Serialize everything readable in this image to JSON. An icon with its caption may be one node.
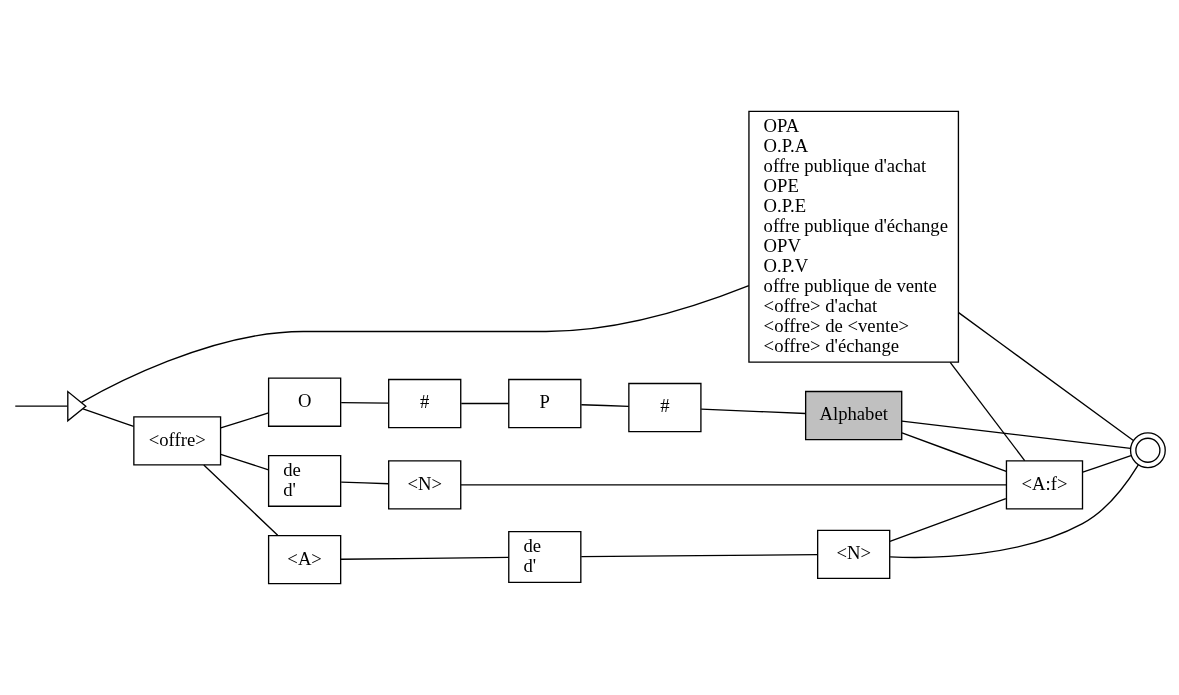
{
  "diagram": {
    "nodes": [
      {
        "text": [],
        "shape": "triangle"
      },
      {
        "text": [
          "OPA",
          "O.P.A",
          "offre publique d'achat",
          "OPE",
          "O.P.E",
          "offre publique d'échange",
          "OPV",
          "O.P.V",
          "offre publique de vente",
          "<offre> d'achat",
          "<offre> de <vente>",
          "<offre> d'échange"
        ]
      },
      {
        "text": [
          "<A:f>"
        ]
      },
      {
        "text": [],
        "shape": "circle"
      },
      {
        "text": [
          "<offre>"
        ]
      },
      {
        "text": [
          "de",
          "d'"
        ]
      },
      {
        "text": [
          "<N>"
        ]
      },
      {
        "text": [
          "<A>"
        ]
      },
      {
        "text": [
          "de",
          "d'"
        ]
      },
      {
        "text": [
          "<N>"
        ]
      },
      {
        "text": [
          "O"
        ]
      },
      {
        "text": [
          "#"
        ]
      },
      {
        "text": [
          "P"
        ]
      },
      {
        "text": [
          "#"
        ]
      },
      {
        "text": [
          "Alphabet"
        ]
      }
    ],
    "edges": [
      {
        "from": null,
        "to": 0,
        "arrow": "none"
      },
      {
        "from": 0,
        "to": 1,
        "arrow": "none"
      },
      {
        "from": 0,
        "to": 4,
        "arrow": "none"
      },
      {
        "from": 1,
        "to": 3,
        "arrow": "none"
      },
      {
        "from": 1,
        "to": 2,
        "arrow": "none"
      },
      {
        "from": 2,
        "to": 3,
        "arrow": "none"
      },
      {
        "from": 4,
        "to": 5,
        "arrow": "none"
      },
      {
        "from": 4,
        "to": 7,
        "arrow": "none"
      },
      {
        "from": 4,
        "to": 10,
        "arrow": "none"
      },
      {
        "from": 5,
        "to": 6,
        "arrow": "none"
      },
      {
        "from": 6,
        "to": 2,
        "arrow": "none"
      },
      {
        "from": 7,
        "to": 8,
        "arrow": "none"
      },
      {
        "from": 8,
        "to": 9,
        "arrow": "none"
      },
      {
        "from": 9,
        "to": 2,
        "arrow": "none"
      },
      {
        "from": 9,
        "to": 3,
        "arrow": "none"
      },
      {
        "from": 10,
        "to": 11,
        "arrow": "none"
      },
      {
        "from": 11,
        "to": 12,
        "arrow": "none"
      },
      {
        "from": 12,
        "to": 13,
        "arrow": "none"
      },
      {
        "from": 13,
        "to": 14,
        "arrow": "none"
      },
      {
        "from": 14,
        "to": 2,
        "arrow": "none"
      },
      {
        "from": 14,
        "to": 3,
        "arrow": "none"
      }
    ]
  }
}
